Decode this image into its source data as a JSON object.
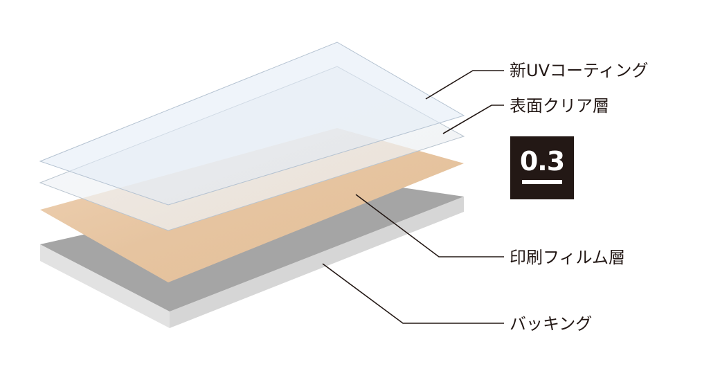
{
  "layers": {
    "uv_coating": {
      "label": "新UVコーティング"
    },
    "clear_layer": {
      "label": "表面クリア層"
    },
    "print_film": {
      "label": "印刷フィルム層"
    },
    "backing": {
      "label": "バッキング"
    }
  },
  "badge": {
    "value": "0.3"
  },
  "colors": {
    "backing_top": "#a5a5a5",
    "backing_side": "#e3e3e3",
    "film": "#e7c7a4",
    "clear": "#eef3f8",
    "uv": "#e6eef8",
    "badge_bg": "#231815",
    "leader": "#231815"
  }
}
